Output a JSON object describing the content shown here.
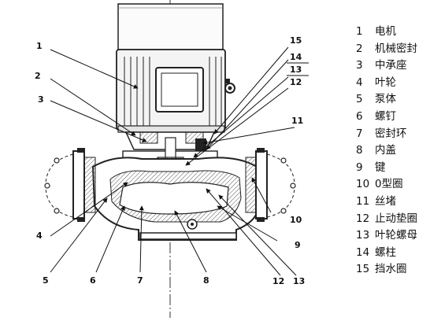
{
  "callouts": [
    "1",
    "2",
    "3",
    "4",
    "5",
    "6",
    "7",
    "8",
    "9",
    "10",
    "11",
    "12",
    "13",
    "14",
    "15"
  ],
  "legend": {
    "items": [
      {
        "num": "1",
        "name": "电机"
      },
      {
        "num": "2",
        "name": "机械密封"
      },
      {
        "num": "3",
        "name": "中承座"
      },
      {
        "num": "4",
        "name": "叶轮"
      },
      {
        "num": "5",
        "name": "泵体"
      },
      {
        "num": "6",
        "name": "螺钉"
      },
      {
        "num": "7",
        "name": "密封环"
      },
      {
        "num": "8",
        "name": "内盖"
      },
      {
        "num": "9",
        "name": "键"
      },
      {
        "num": "10",
        "name": "0型圈"
      },
      {
        "num": "11",
        "name": "丝堵"
      },
      {
        "num": "12",
        "name": "止动垫圈"
      },
      {
        "num": "13",
        "name": "叶轮螺母"
      },
      {
        "num": "14",
        "name": "螺柱"
      },
      {
        "num": "15",
        "name": "挡水圈"
      }
    ]
  }
}
